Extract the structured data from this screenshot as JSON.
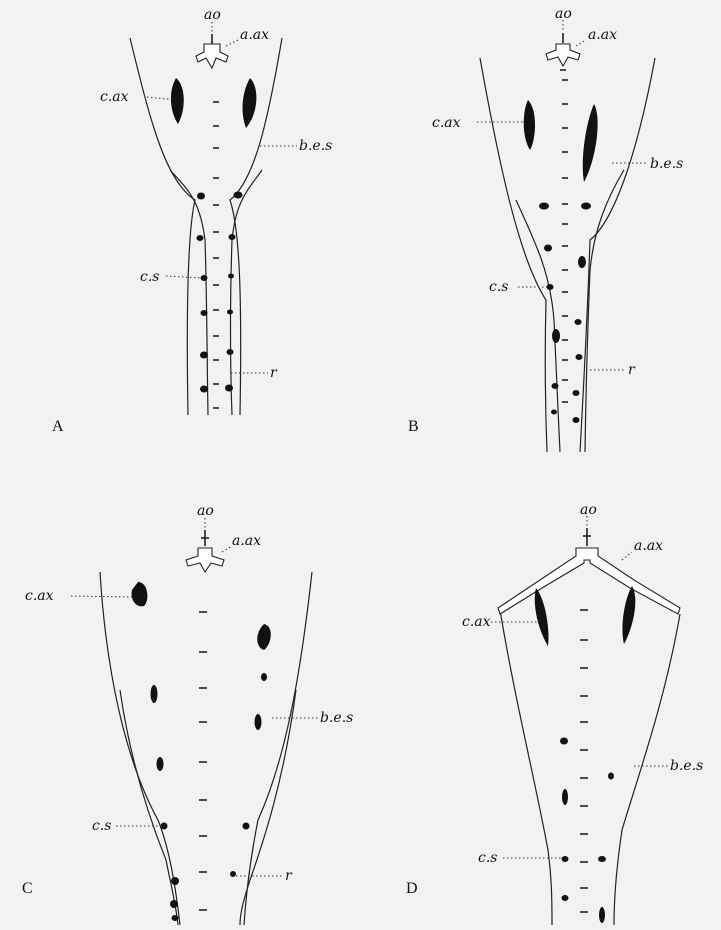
{
  "panels": [
    {
      "id": "A",
      "letter": "A"
    },
    {
      "id": "B",
      "letter": "B"
    },
    {
      "id": "C",
      "letter": "C"
    },
    {
      "id": "D",
      "letter": "D"
    }
  ],
  "labels": {
    "ao": "ao",
    "a_ax": "a.ax",
    "c_ax": "c.ax",
    "b_e_s": "b.e.s",
    "c_s": "c.s",
    "r": "r"
  }
}
